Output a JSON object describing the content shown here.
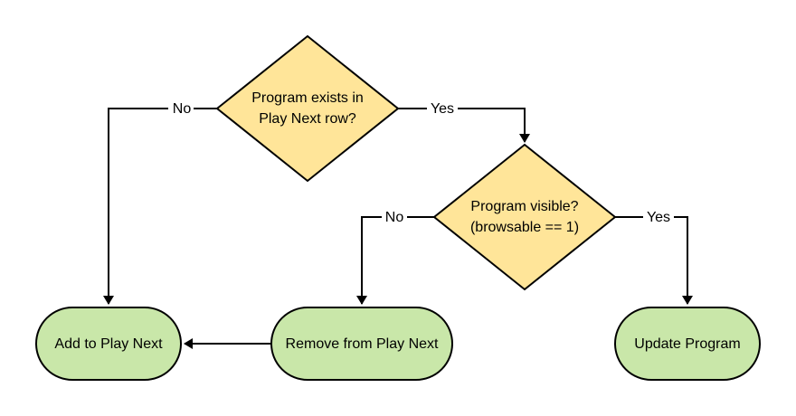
{
  "colors": {
    "decision_fill": "#ffe599",
    "process_fill": "#c9e7a9",
    "stroke": "#000000",
    "background": "#ffffff"
  },
  "nodes": {
    "exists_decision": {
      "line1": "Program exists in",
      "line2": "Play Next row?"
    },
    "visible_decision": {
      "line1": "Program visible?",
      "line2": "(browsable == 1)"
    },
    "add": {
      "label": "Add to Play Next"
    },
    "remove": {
      "label": "Remove from Play Next"
    },
    "update": {
      "label": "Update Program"
    }
  },
  "edges": {
    "exists_no": "No",
    "exists_yes": "Yes",
    "visible_no": "No",
    "visible_yes": "Yes"
  }
}
